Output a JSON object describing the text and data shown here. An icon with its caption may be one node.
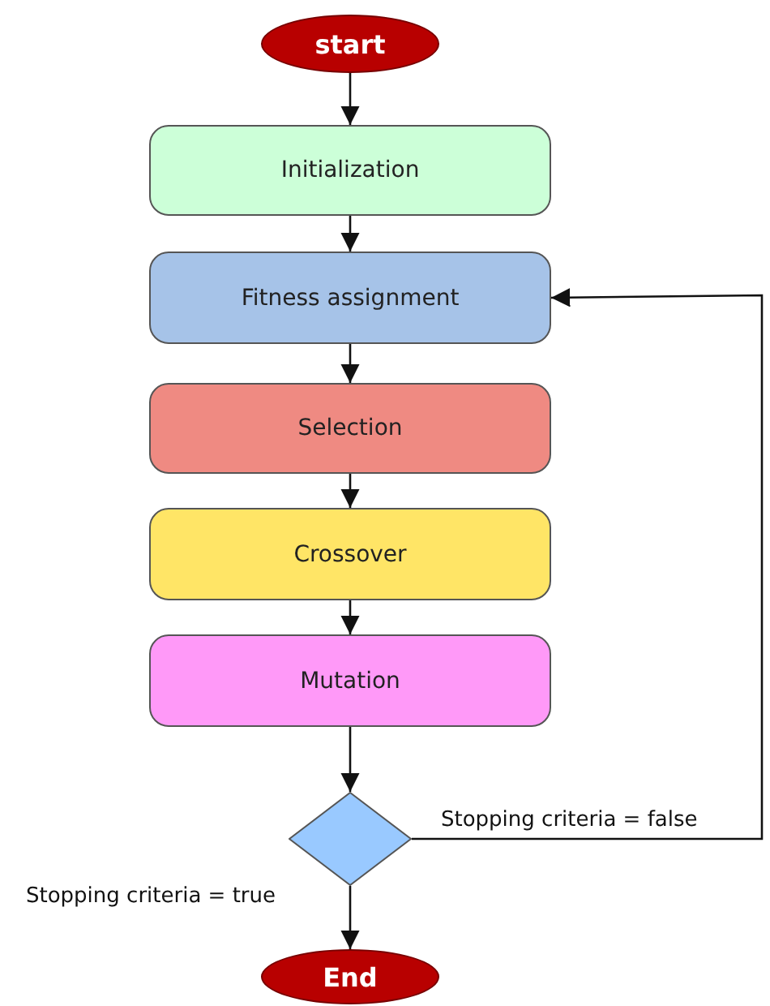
{
  "diagram": {
    "nodes": [
      {
        "text": [
          "start"
        ]
      },
      {
        "text": [
          "Initialization"
        ]
      },
      {
        "text": [
          "Fitness assignment"
        ]
      },
      {
        "text": [
          "Selection"
        ]
      },
      {
        "text": [
          "Crossover"
        ]
      },
      {
        "text": [
          "Mutation"
        ]
      },
      {
        "text": [],
        "shape": "diamond"
      },
      {
        "text": [
          "End"
        ]
      }
    ],
    "edges": [
      {
        "from": 0,
        "to": 1,
        "arrow": "to"
      },
      {
        "from": 1,
        "to": 2,
        "arrow": "to"
      },
      {
        "from": 2,
        "to": 3,
        "arrow": "to"
      },
      {
        "from": 3,
        "to": 4,
        "arrow": "to"
      },
      {
        "from": 4,
        "to": 5,
        "arrow": "to"
      },
      {
        "from": 5,
        "to": 6,
        "arrow": "to"
      },
      {
        "from": 6,
        "to": 7,
        "arrow": "to",
        "label": "Stopping criteria = true"
      },
      {
        "from": 6,
        "to": 2,
        "arrow": "to",
        "label": "Stopping criteria = false"
      }
    ]
  }
}
